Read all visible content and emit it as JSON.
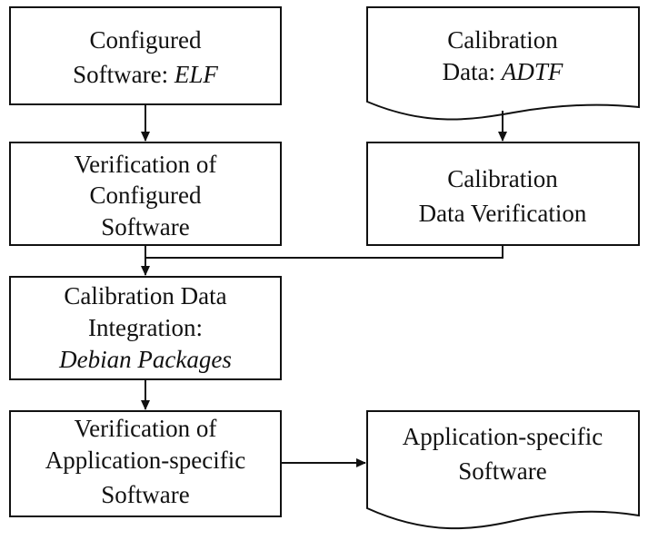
{
  "nodes": {
    "configured_software": {
      "line1": "Configured",
      "line2_plain": "Software: ",
      "line2_italic": "ELF"
    },
    "calibration_data": {
      "line1": "Calibration",
      "line2_plain": "Data: ",
      "line2_italic": "ADTF"
    },
    "verification_configured_software": {
      "line1": "Verification of",
      "line2": "Configured",
      "line3": "Software"
    },
    "calibration_data_verification": {
      "line1": "Calibration",
      "line2": "Data Verification"
    },
    "calibration_data_integration": {
      "line1": "Calibration Data",
      "line2": "Integration:",
      "line3_italic": "Debian Packages"
    },
    "verification_application_software": {
      "line1": "Verification of",
      "line2": "Application-specific",
      "line3": "Software"
    },
    "application_software": {
      "line1": "Application-specific",
      "line2": "Software"
    }
  },
  "colors": {
    "stroke": "#111111",
    "background": "#ffffff"
  }
}
